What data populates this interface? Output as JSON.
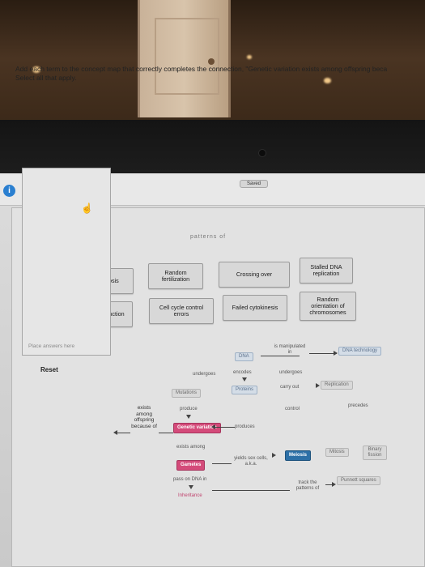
{
  "topbar": {
    "saved_label": "Saved",
    "info_icon": "info-icon"
  },
  "panel": {
    "cut_text": "patterns of"
  },
  "question": {
    "line1": "Add each term to the concept map that correctly completes the connection, \"Genetic variation exists among offspring beca",
    "line2": "Select all that apply."
  },
  "terms": [
    "Apoptosis",
    "Random fertilization",
    "Crossing over",
    "Stalled DNA replication",
    "Nondisjunction",
    "Cell cycle control errors",
    "Failed cytokinesis",
    "Random orientation of chromosomes"
  ],
  "dropzone": {
    "hint": "Place answers here"
  },
  "reset_label": "Reset",
  "concept_map": {
    "side_label": "exists among offspring because of",
    "nodes": {
      "dna": "DNA",
      "dna_technology": "DNA technology",
      "proteins": "Proteins",
      "replication": "Replication",
      "mutations": "Mutations",
      "genetic_variation": "Genetic variation",
      "gametes": "Gametes",
      "meiosis": "Meiosis",
      "mitosis": "Mitosis",
      "binary_fission": "Binary fission",
      "inheritance": "Inheritance",
      "punnett_squares": "Punnett squares"
    },
    "links": {
      "is_manipulated_in": "is manipulated in",
      "undergoes_1": "undergoes",
      "encodes": "encodes",
      "undergoes_2": "undergoes",
      "carry_out": "carry out",
      "produce": "produce",
      "produces": "produces",
      "control": "control",
      "precedes": "precedes",
      "exists_among": "exists among",
      "yields_sex_cells": "yields sex cells, a.k.a.",
      "pass_on_dna": "pass on DNA in",
      "track_patterns": "track the patterns of"
    }
  },
  "colors": {
    "accent_blue": "#2c6fa6",
    "accent_pink": "#d44b7a"
  }
}
